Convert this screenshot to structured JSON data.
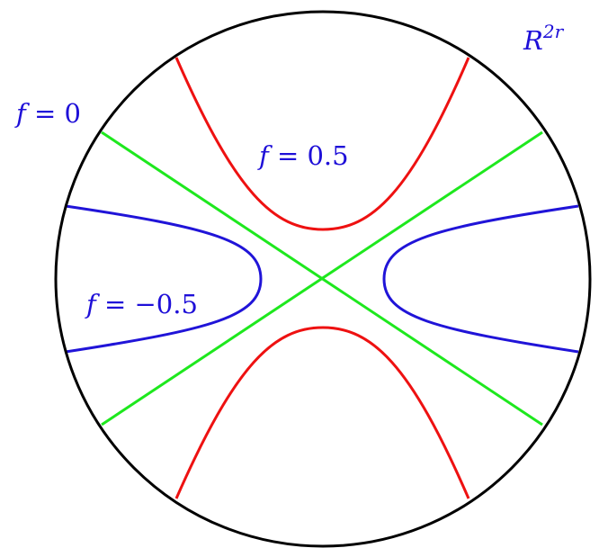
{
  "diagram": {
    "colors": {
      "circle": "#000000",
      "label": "#1e0fd8",
      "level_positive": "#ee1111",
      "level_zero": "#1ee81e",
      "level_negative": "#2014d8"
    },
    "labels": {
      "space_base": "R",
      "space_exp": "2r",
      "f_zero": {
        "var": "f",
        "rest": " = 0"
      },
      "f_pos": {
        "var": "f",
        "rest": " = 0.5"
      },
      "f_neg": {
        "var": "f",
        "rest": " = −0.5"
      }
    }
  }
}
